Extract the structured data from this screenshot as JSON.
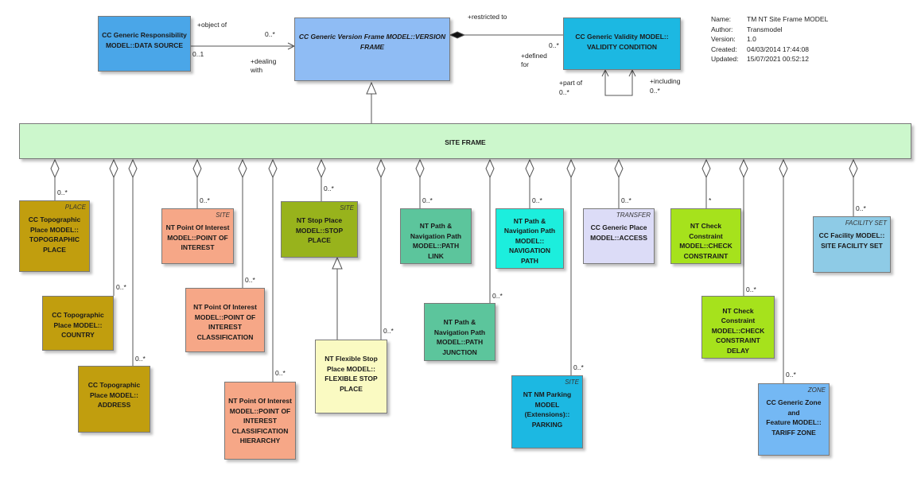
{
  "metadata": [
    {
      "key": "Name:",
      "value": "TM NT Site Frame MODEL"
    },
    {
      "key": "Author:",
      "value": "Transmodel"
    },
    {
      "key": "Version:",
      "value": "1.0"
    },
    {
      "key": "Created:",
      "value": "04/03/2014 17:44:08"
    },
    {
      "key": "Updated:",
      "value": "15/07/2021 00:52:12"
    }
  ],
  "boxes": {
    "responsibility": {
      "name": "CC Generic Responsibility\nMODEL::DATA SOURCE",
      "stereo": "",
      "color": "#4aa6e8"
    },
    "version_frame": {
      "name": "CC Generic Version Frame MODEL::VERSION\nFRAME",
      "stereo": "",
      "color": "#8fbcf4"
    },
    "validity": {
      "name": "CC Generic Validity MODEL::\nVALIDITY CONDITION",
      "stereo": "",
      "color": "#1cb8e2"
    },
    "site_frame": {
      "name": "SITE FRAME",
      "stereo": "",
      "color": "#ccf7cc"
    },
    "topo_place": {
      "name": "CC Topographic\nPlace MODEL::\nTOPOGRAPHIC\nPLACE",
      "stereo": "PLACE",
      "color": "#c19e0e"
    },
    "country": {
      "name": "CC Topographic\nPlace MODEL::\nCOUNTRY",
      "stereo": "",
      "color": "#c19e0e"
    },
    "address": {
      "name": "CC Topographic\nPlace MODEL::\nADDRESS",
      "stereo": "",
      "color": "#c19e0e"
    },
    "poi": {
      "name": "NT Point Of Interest\nMODEL::POINT OF\nINTEREST",
      "stereo": "SITE",
      "color": "#f6a787"
    },
    "poi_class": {
      "name": "NT Point Of Interest\nMODEL::POINT OF\nINTEREST\nCLASSIFICATION",
      "stereo": "",
      "color": "#f6a787"
    },
    "poi_hier": {
      "name": "NT Point Of Interest\nMODEL::POINT OF\nINTEREST\nCLASSIFICATION\nHIERARCHY",
      "stereo": "",
      "color": "#f6a787"
    },
    "stop_place": {
      "name": "NT Stop Place\nMODEL::STOP PLACE",
      "stereo": "SITE",
      "color": "#98b31c"
    },
    "flex_stop": {
      "name": "NT Flexible Stop\nPlace MODEL::\nFLEXIBLE STOP\nPLACE",
      "stereo": "",
      "color": "#fafac2"
    },
    "path_link": {
      "name": "NT Path &\nNavigation Path\nMODEL::PATH LINK",
      "stereo": "",
      "color": "#5cc59c"
    },
    "path_junction": {
      "name": "NT Path &\nNavigation Path\nMODEL::PATH\nJUNCTION",
      "stereo": "",
      "color": "#5cc59c"
    },
    "nav_path": {
      "name": "NT Path &\nNavigation Path\nMODEL::\nNAVIGATION PATH",
      "stereo": "",
      "color": "#1ceedd"
    },
    "parking": {
      "name": "NT NM Parking\nMODEL\n(Extensions)::\nPARKING",
      "stereo": "SITE",
      "color": "#1cb8e2"
    },
    "access": {
      "name": "CC Generic Place\nMODEL::ACCESS",
      "stereo": "TRANSFER",
      "color": "#dcdcf7"
    },
    "check_constraint": {
      "name": "NT Check Constraint\nMODEL::CHECK\nCONSTRAINT",
      "stereo": "",
      "color": "#a6e21c"
    },
    "check_delay": {
      "name": "NT Check Constraint\nMODEL::CHECK\nCONSTRAINT DELAY",
      "stereo": "",
      "color": "#a6e21c"
    },
    "tariff_zone": {
      "name": "CC Generic Zone and\nFeature MODEL::\nTARIFF ZONE",
      "stereo": "ZONE",
      "color": "#74b8f4"
    },
    "facility_set": {
      "name": "CC Facility MODEL::\nSITE FACILITY SET",
      "stereo": "FACILITY SET",
      "color": "#8ecbe6"
    }
  },
  "labels": {
    "object_of": "+object of",
    "mult_0n_resp": "0..*",
    "mult_01": "0..1",
    "dealing_with": "+dealing\nwith",
    "restricted_to": "+restricted to",
    "mult_0n_valid": "0..*",
    "defined_for": "+defined\nfor",
    "part_of": "+part of",
    "mult_part": "0..*",
    "including": "+including",
    "mult_incl": "0..*",
    "m_topo": "0..*",
    "m_country": "0..*",
    "m_address": "0..*",
    "m_poi": "0..*",
    "m_poi_class": "0..*",
    "m_poi_hier": "0..*",
    "m_stop": "0..*",
    "m_flex": "0..*",
    "m_link": "0..*",
    "m_junction": "0..*",
    "m_nav": "0..*",
    "m_parking": "0..*",
    "m_access": "0..*",
    "m_check": "*",
    "m_delay": "0..*",
    "m_zone": "0..*",
    "m_facility": "0..*"
  }
}
